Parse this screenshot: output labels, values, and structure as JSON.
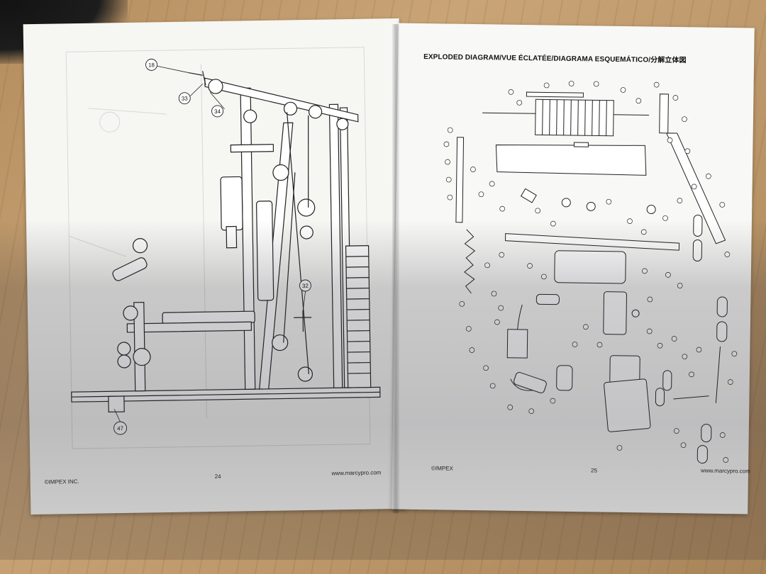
{
  "left_page": {
    "callouts": [
      {
        "label": "18"
      },
      {
        "label": "33"
      },
      {
        "label": "34"
      },
      {
        "label": "32"
      },
      {
        "label": "47"
      }
    ],
    "footer": {
      "copyright": "©IMPEX INC.",
      "page_number": "24",
      "website": "www.marcypro.com"
    }
  },
  "right_page": {
    "title": "EXPLODED DIAGRAM/VUE ÉCLATÉE/DIAGRAMA ESQUEMÁTICO/分解立体図",
    "footer": {
      "copyright": "©IMPEX",
      "page_number": "25",
      "website": "www.marcypro.com"
    }
  }
}
